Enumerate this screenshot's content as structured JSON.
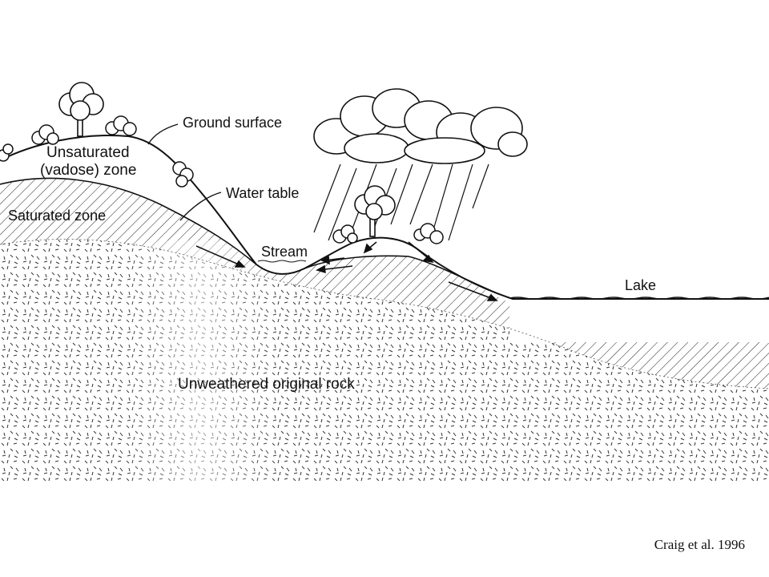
{
  "labels": {
    "ground_surface": "Ground surface",
    "unsaturated_line1": "Unsaturated",
    "unsaturated_line2": "(vadose) zone",
    "water_table": "Water table",
    "saturated_zone": "Saturated zone",
    "stream": "Stream",
    "lake": "Lake",
    "unweathered_rock": "Unweathered original rock"
  },
  "credit": "Craig et al. 1996",
  "colors": {
    "ink": "#111111",
    "background": "#ffffff"
  }
}
